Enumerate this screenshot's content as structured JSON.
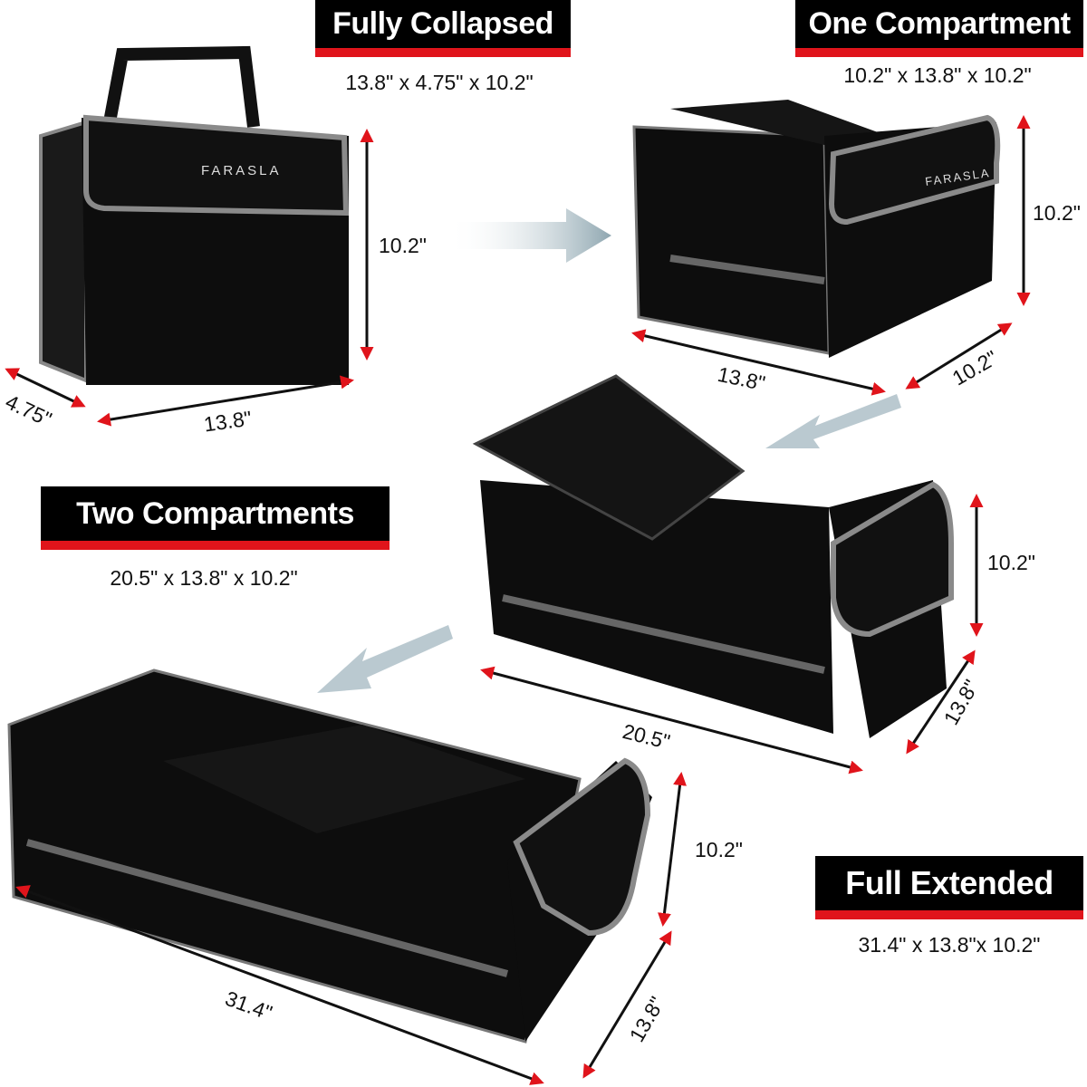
{
  "brand": "FARASLA",
  "panels": {
    "collapsed": {
      "title": "Fully Collapsed",
      "size": "13.8\" x 4.75\" x 10.2\"",
      "height": "10.2\"",
      "depth": "4.75\"",
      "width": "13.8\""
    },
    "one": {
      "title": "One Compartment",
      "size": "10.2\" x 13.8\" x 10.2\"",
      "height": "10.2\"",
      "width": "13.8\"",
      "depth": "10.2\""
    },
    "two": {
      "title": "Two Compartments",
      "size": "20.5\" x 13.8\" x 10.2\"",
      "height": "10.2\"",
      "width": "20.5\"",
      "depth": "13.8\""
    },
    "full": {
      "title": "Full Extended",
      "size": "31.4\" x 13.8\"x 10.2\"",
      "height": "10.2\"",
      "width": "31.4\"",
      "depth": "13.8\""
    }
  },
  "colors": {
    "accent": "#e0141b",
    "bag": "#0d0d0d",
    "trim": "#9a9a9a",
    "arrow": "#a9bcc4"
  }
}
